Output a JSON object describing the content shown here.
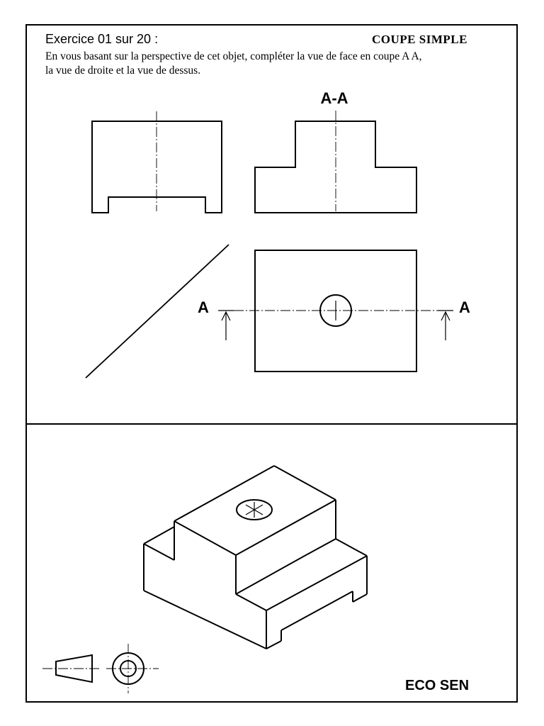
{
  "header": {
    "exercise_label": "Exercice 01 sur 20 :",
    "title": "COUPE SIMPLE",
    "instruction_line1": "En vous basant sur la perspective de cet objet, compléter la vue de face en coupe A A,",
    "instruction_line2": "la vue de droite et la vue de dessus."
  },
  "views": {
    "section_title": "A-A",
    "cut_label_left": "A",
    "cut_label_right": "A"
  },
  "footer": {
    "signature": "ECO SEN"
  }
}
